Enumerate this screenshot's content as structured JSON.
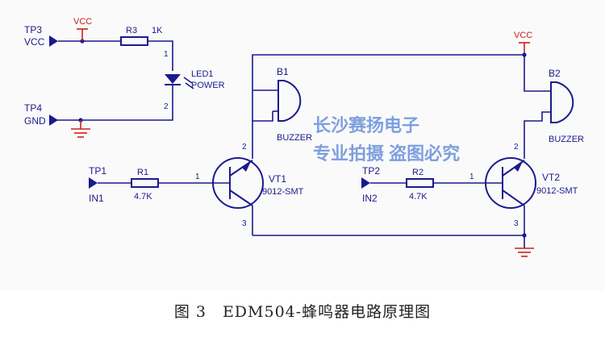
{
  "labels": {
    "tp3": "TP3",
    "vcc_in": "VCC",
    "tp4": "TP4",
    "gnd": "GND",
    "vcc1": "VCC",
    "vcc2": "VCC",
    "r3": "R3",
    "r3_val": "1K",
    "led": "LED1",
    "led_val": "POWER",
    "b1": "B1",
    "b1_val": "BUZZER",
    "b2": "B2",
    "b2_val": "BUZZER",
    "tp1": "TP1",
    "in1": "IN1",
    "r1": "R1",
    "r1_val": "4.7K",
    "tp2": "TP2",
    "in2": "IN2",
    "r2": "R2",
    "r2_val": "4.7K",
    "vt1": "VT1",
    "vt1_val": "9012-SMT",
    "vt2": "VT2",
    "vt2_val": "9012-SMT"
  },
  "pins": {
    "led_1": "1",
    "led_2": "2",
    "vt1_1": "1",
    "vt1_2": "2",
    "vt1_3": "3",
    "vt2_1": "1",
    "vt2_2": "2",
    "vt2_3": "3"
  },
  "watermark": {
    "line1": "长沙赛扬电子",
    "line2": "专业拍摄 盗图必究"
  },
  "caption": "图 3　EDM504-蜂鸣器电路原理图"
}
